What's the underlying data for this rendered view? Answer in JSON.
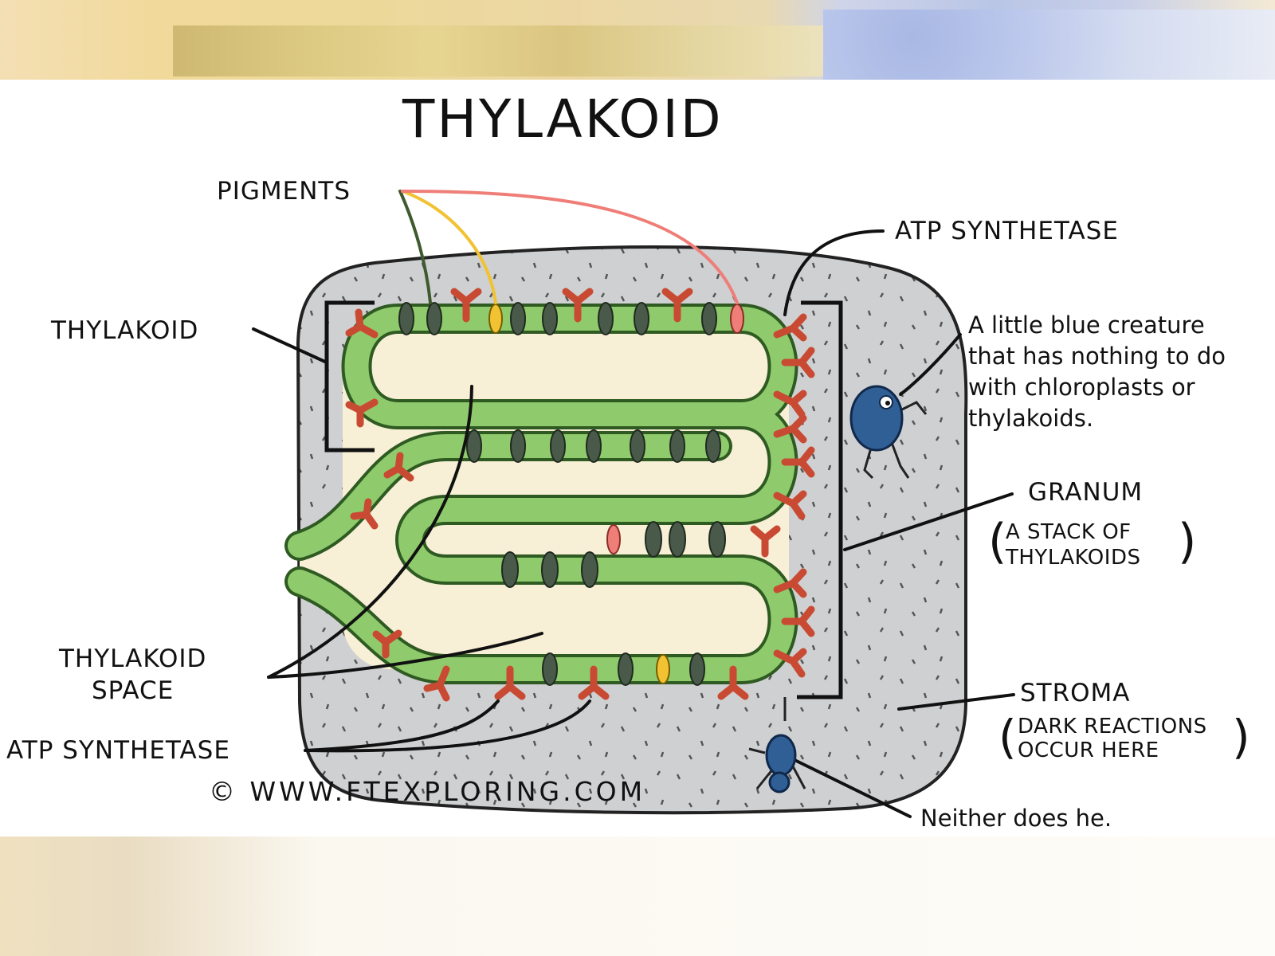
{
  "diagram": {
    "title": "THYLAKOID",
    "labels": {
      "pigments": "PIGMENTS",
      "thylakoid": "THYLAKOID",
      "atp_synthetase_top": "ATP SYNTHETASE",
      "creature_line1": "A little blue creature",
      "creature_line2": "that has nothing to do",
      "creature_line3": "with chloroplasts or",
      "creature_line4": "thylakoids.",
      "granum": "GRANUM",
      "granum_sub1": "A STACK OF",
      "granum_sub2": "THYLAKOIDS",
      "thylakoid_space1": "THYLAKOID",
      "thylakoid_space2": "SPACE",
      "atp_synthetase_bottom": "ATP SYNTHETASE",
      "stroma": "STROMA",
      "stroma_sub1": "DARK REACTIONS",
      "stroma_sub2": "OCCUR HERE",
      "neither": "Neither does he.",
      "copyright": "© WWW.FTEXPLORING.COM"
    },
    "colors": {
      "stroma": "#cfd0d2",
      "membrane": "#8fcb6c",
      "membrane_edge": "#2f5a22",
      "lumen": "#f7f0d6",
      "atp_synthase": "#e7745a",
      "pigment_dark": "#4a5a4a",
      "pigment_yellow": "#f1c232",
      "pigment_pink": "#ef7e78",
      "creature": "#2f5f95"
    }
  }
}
